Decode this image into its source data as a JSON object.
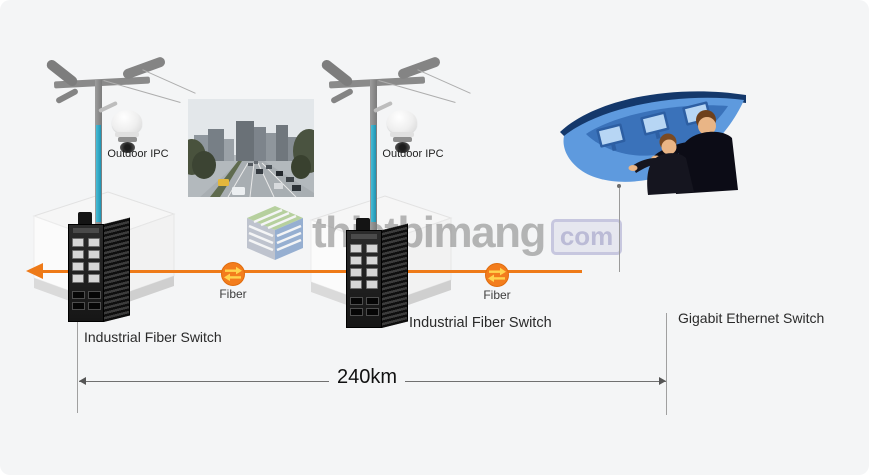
{
  "diagram": {
    "cameras": [
      {
        "label": "Outdoor IPC"
      },
      {
        "label": "Outdoor IPC"
      }
    ],
    "fiber_links": [
      {
        "label": "Fiber"
      },
      {
        "label": "Fiber"
      }
    ],
    "switches": [
      {
        "label": "Industrial Fiber Switch"
      },
      {
        "label": "Industrial Fiber Switch"
      }
    ],
    "gigabit_switch": {
      "label": "Gigabit Ethernet Switch"
    },
    "distance": {
      "label": "240km"
    }
  },
  "watermark": {
    "name": "thietbimang",
    "tld": "com"
  },
  "colors": {
    "background": "#f4f5f6",
    "fiber_line": "#ee7a18",
    "fiber_marker": "#f37d1d",
    "fiber_arrows": "#ffd34d",
    "network_cable": "#2fa8c5",
    "console_navy": "#14386b",
    "console_blue": "#5e9ade",
    "watermark_gray": "#7f7f7f",
    "watermark_purple": "#8d8dbd"
  }
}
